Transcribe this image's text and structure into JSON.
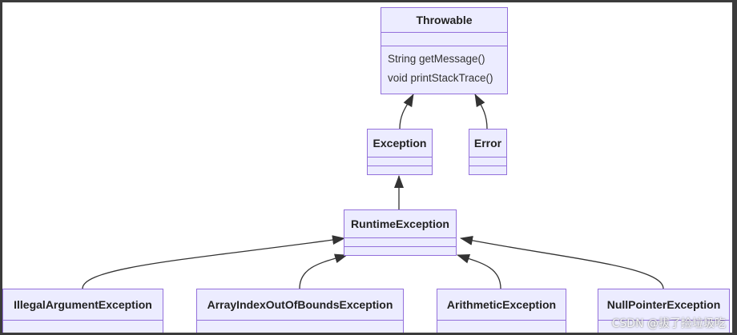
{
  "diagram": {
    "classes": {
      "throwable": {
        "name": "Throwable",
        "methods": [
          "String getMessage()",
          "void printStackTrace()"
        ]
      },
      "exception": {
        "name": "Exception"
      },
      "error": {
        "name": "Error"
      },
      "runtime_exception": {
        "name": "RuntimeException"
      },
      "illegal_argument": {
        "name": "IllegalArgumentException"
      },
      "array_index": {
        "name": "ArrayIndexOutOfBoundsException"
      },
      "arithmetic": {
        "name": "ArithmeticException"
      },
      "null_pointer": {
        "name": "NullPointerException"
      }
    }
  },
  "watermark": "CSDN @拔了捡垃圾吃",
  "colors": {
    "box_fill": "#ececff",
    "box_border": "#9370db",
    "edge": "#333333",
    "frame": "#3b3b3b"
  }
}
